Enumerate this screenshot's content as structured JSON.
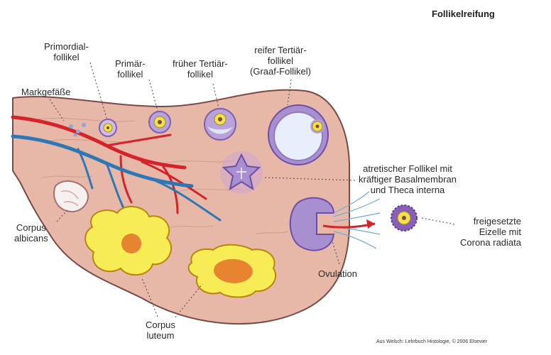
{
  "title": "Follikelreifung",
  "credit": "Aus Welsch: Lehrbuch Histologie, © 2006 Elsevier",
  "labels": {
    "primordial": "Primordial-\nfollikel",
    "primaer": "Primär-\nfollikel",
    "frueher_tertiaer": "früher Tertiär-\nfollikel",
    "reifer_tertiaer": "reifer Tertiär-\nfollikel\n(Graaf-Follikel)",
    "markgefaesse": "Markgefäße",
    "atretisch": "atretischer Follikel mit\nkräftiger Basalmembran\nund Theca interna",
    "corpus_albicans": "Corpus\nalbicans",
    "freigesetzte": "freigesetzte\nEizelle mit\nCorona radiata",
    "ovulation": "Ovulation",
    "corpus_luteum": "Corpus\nluteum"
  },
  "colors": {
    "ovary": "#e7b8a8",
    "ovary_outline": "#7a4b46",
    "artery": "#d6232a",
    "vein": "#2d78b4",
    "follicle": "#a88fcf",
    "oocyte": "#f3e24a",
    "luteum": "#f7ec55",
    "luteum_center": "#e8832f"
  }
}
